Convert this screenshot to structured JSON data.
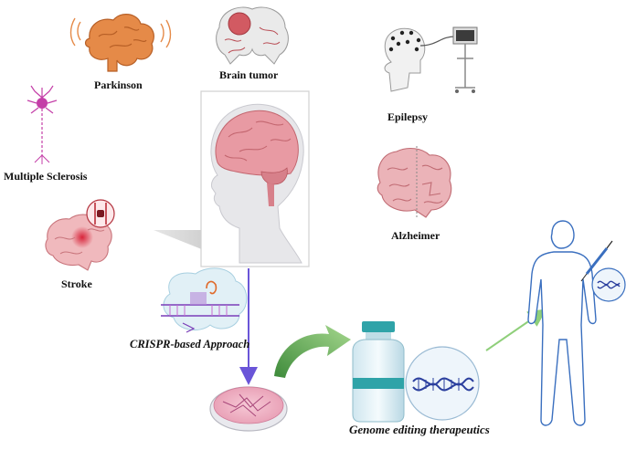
{
  "labels": {
    "parkinson": "Parkinson",
    "brain_tumor": "Brain tumor",
    "multiple_sclerosis": "Multiple Sclerosis",
    "epilepsy": "Epilepsy",
    "alzheimer": "Alzheimer",
    "stroke": "Stroke",
    "crispr": "CRISPR-based Approach",
    "genome_editing": "Genome editing therapeutics"
  },
  "colors": {
    "brain_pink": "#e8a0a5",
    "brain_dark": "#c9656d",
    "parkinson_orange": "#e07a3a",
    "arrow_purple": "#6a55d8",
    "arrow_green": "#6fbf5a",
    "dna_blue": "#2b3f9e",
    "body_outline": "#3a6fbf",
    "vial_teal": "#2fa3a8",
    "neuron_magenta": "#c43fa8"
  }
}
